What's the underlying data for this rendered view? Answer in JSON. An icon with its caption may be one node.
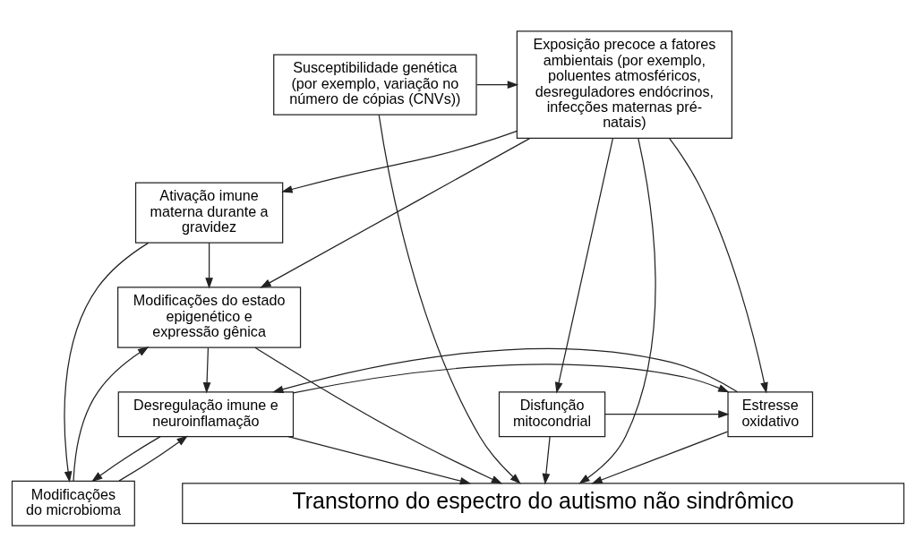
{
  "diagram": {
    "nodes": [
      {
        "text": [
          "Exposição precoce a fatores ambientais (por exemplo, poluentes atmosféricos, desreguladores endócrinos, infecções maternas pré-natais)"
        ]
      },
      {
        "text": [
          "Susceptibilidade genética (por exemplo, variação no número de cópias (CNVs))"
        ]
      },
      {
        "text": [
          "Ativação imune materna durante a gravidez"
        ]
      },
      {
        "text": [
          "Modificações do estado epigenético e expressão gênica"
        ]
      },
      {
        "text": [
          "Modificações do microbioma"
        ]
      },
      {
        "text": [
          "Desregulação imune e neuroinflamação"
        ]
      },
      {
        "text": [
          "Estresse oxidativo"
        ]
      },
      {
        "text": [
          "Disfunção mitocondrial"
        ]
      },
      {
        "text": [
          "Transtorno do espectro do autismo não sindrômico"
        ]
      }
    ],
    "edges": [
      {
        "from": 1,
        "to": 0,
        "arrow": "to"
      },
      {
        "from": 0,
        "to": 2,
        "arrow": "to"
      },
      {
        "from": 0,
        "to": 3,
        "arrow": "to"
      },
      {
        "from": 0,
        "to": 6,
        "arrow": "to"
      },
      {
        "from": 0,
        "to": 7,
        "arrow": "to"
      },
      {
        "from": 0,
        "to": 8,
        "arrow": "to"
      },
      {
        "from": 1,
        "to": 8,
        "arrow": "to"
      },
      {
        "from": 2,
        "to": 3,
        "arrow": "to"
      },
      {
        "from": 2,
        "to": 4,
        "arrow": "to"
      },
      {
        "from": 4,
        "to": 3,
        "arrow": "to"
      },
      {
        "from": 4,
        "to": 5,
        "arrow": "to"
      },
      {
        "from": 3,
        "to": 5,
        "arrow": "to"
      },
      {
        "from": 3,
        "to": 8,
        "arrow": "to"
      },
      {
        "from": 5,
        "to": 4,
        "arrow": "to"
      },
      {
        "from": 5,
        "to": 6,
        "arrow": "to"
      },
      {
        "from": 6,
        "to": 5,
        "arrow": "to"
      },
      {
        "from": 7,
        "to": 6,
        "arrow": "to"
      },
      {
        "from": 5,
        "to": 8,
        "arrow": "to"
      },
      {
        "from": 6,
        "to": 8,
        "arrow": "to"
      },
      {
        "from": 7,
        "to": 8,
        "arrow": "to"
      }
    ]
  }
}
